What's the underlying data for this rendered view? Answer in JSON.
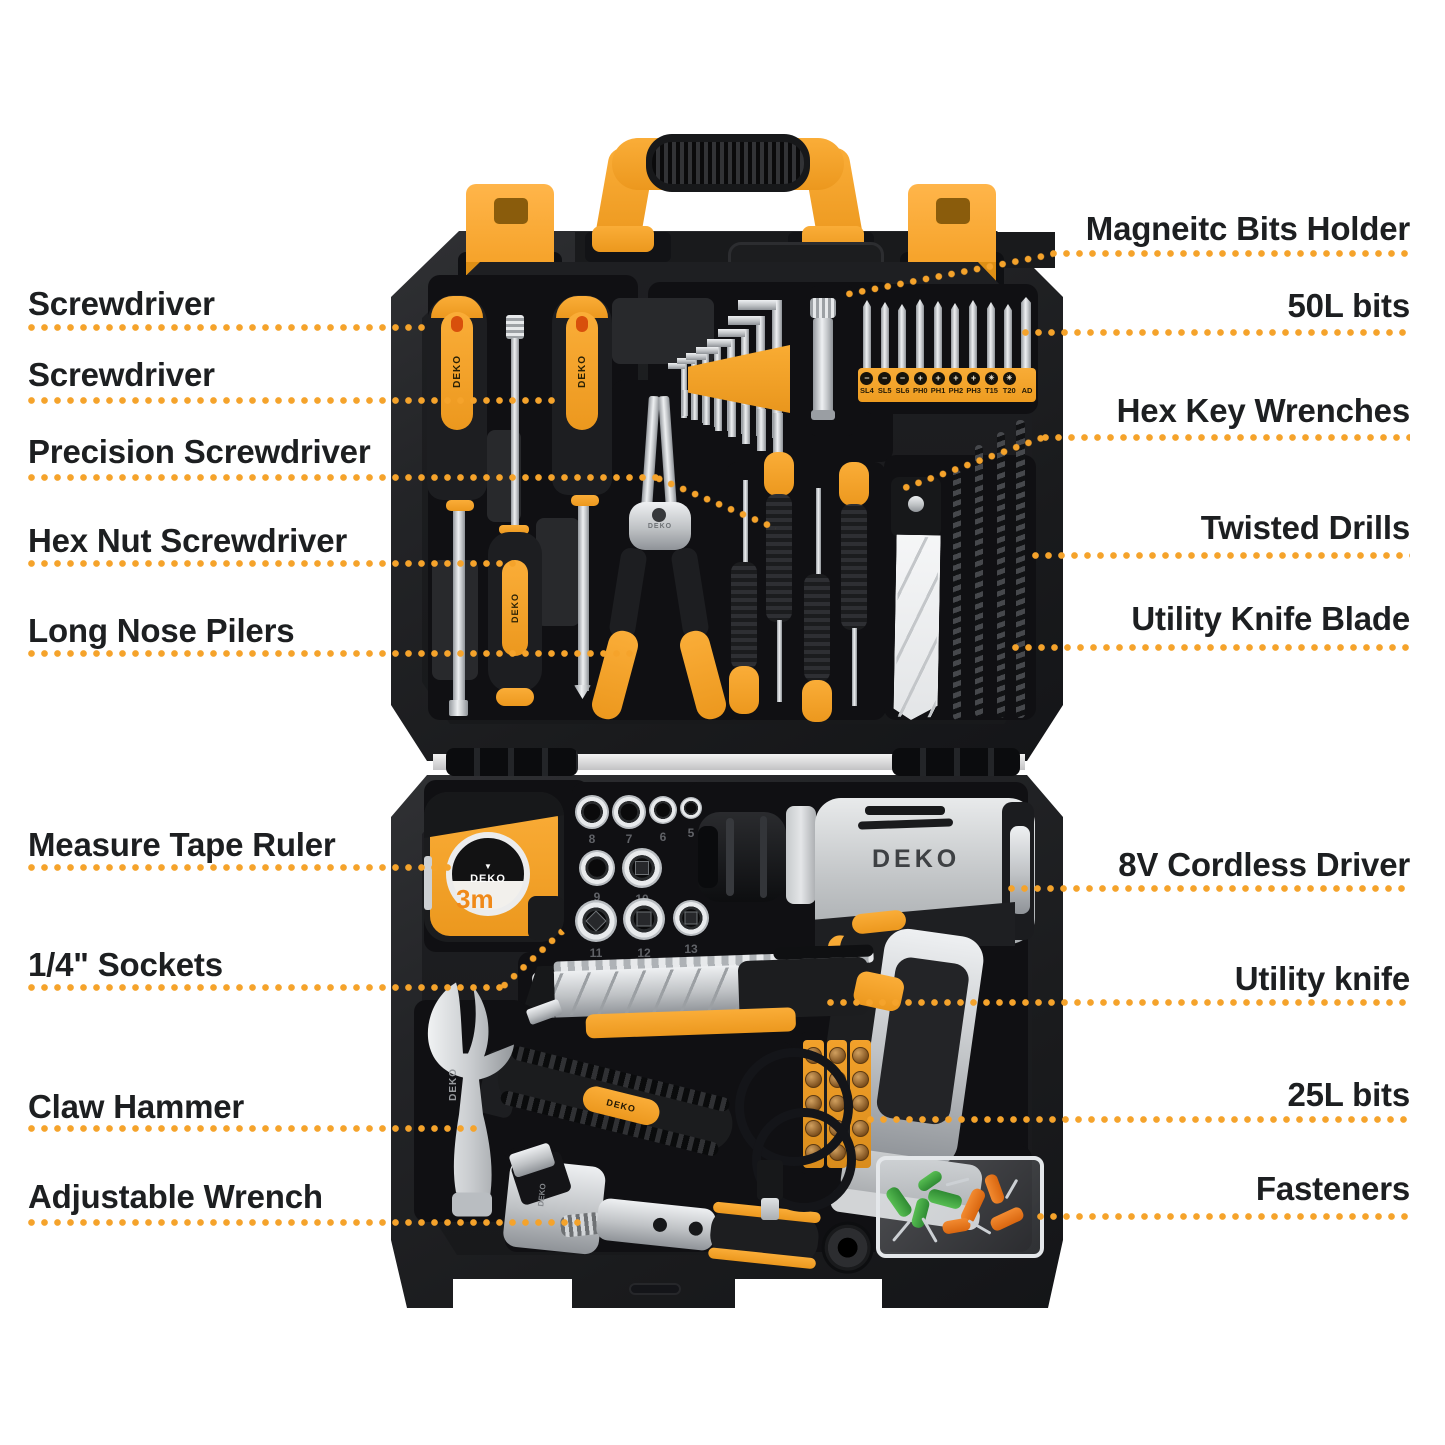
{
  "brand": "DEKO",
  "accent_color": "#F5A32B",
  "annotations": {
    "left": [
      "Screwdriver",
      "Screwdriver",
      "Precision Screwdriver",
      "Hex Nut Screwdriver",
      "Long Nose Pilers",
      "Measure Tape Ruler",
      "1/4\" Sockets",
      "Claw Hammer",
      "Adjustable Wrench"
    ],
    "right": [
      "Magneitc Bits Holder",
      "50L bits",
      "Hex Key Wrenches",
      "Twisted Drills",
      "Utility Knife Blade",
      "8V Cordless Driver",
      "Utility knife",
      "25L bits",
      "Fasteners"
    ]
  },
  "bit_strip": {
    "labels": [
      "SL4",
      "SL5",
      "SL6",
      "PH0",
      "PH1",
      "PH2",
      "PH3",
      "T15",
      "T20",
      "AD"
    ],
    "symbols": [
      "−",
      "−",
      "−",
      "+",
      "+",
      "+",
      "+",
      "✳",
      "✳"
    ]
  },
  "sockets": {
    "row1": [
      "8",
      "7",
      "6",
      "5"
    ],
    "row2": [
      "9",
      "10"
    ],
    "row3": [
      "11",
      "12",
      "13"
    ]
  },
  "tape": {
    "size": "3m"
  }
}
